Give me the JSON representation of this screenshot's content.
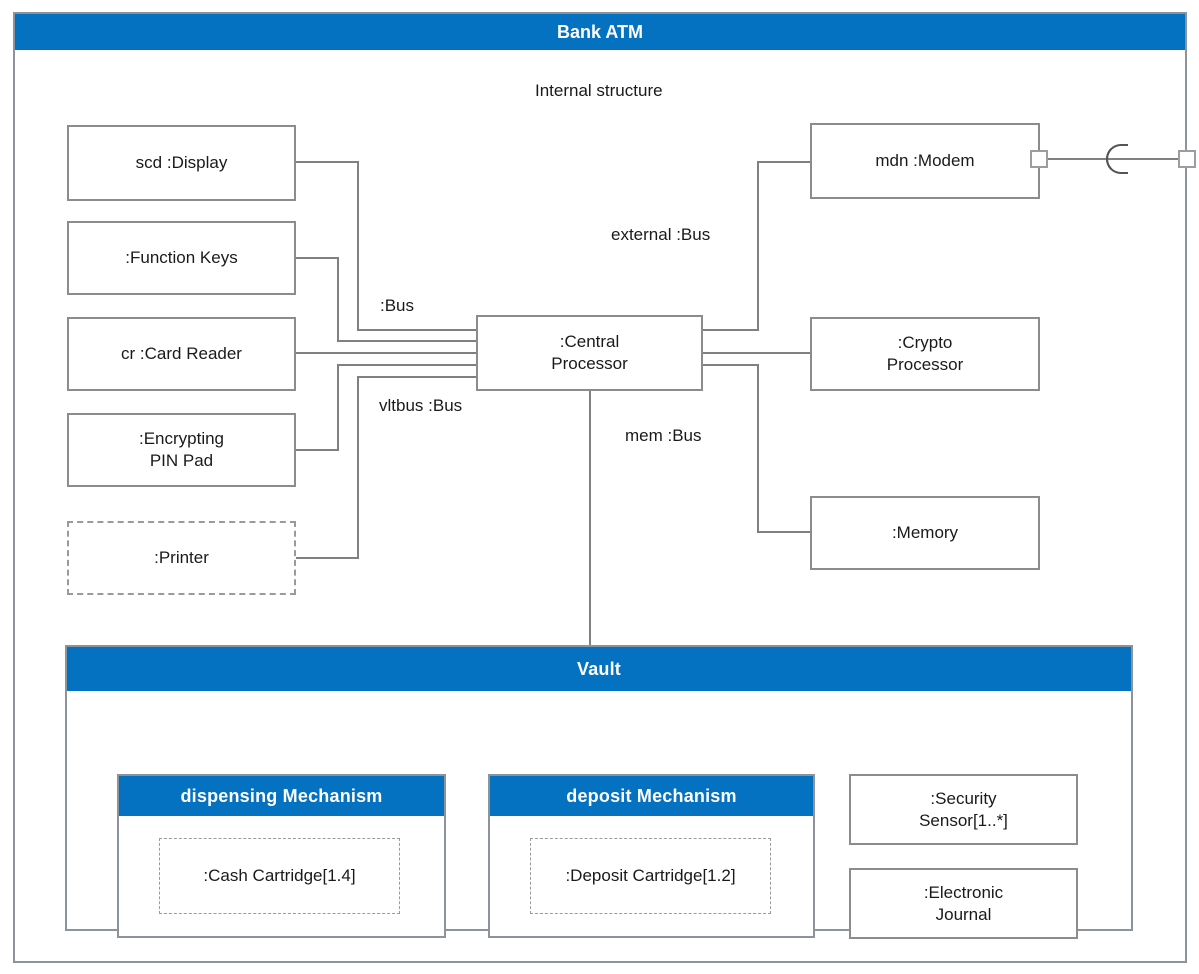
{
  "diagram": {
    "title": "Bank ATM",
    "caption": "Internal structure",
    "accent_color": "#0571c1",
    "frame_border_color": "#8c939b",
    "line_color": "#808080",
    "text_color": "#1a1a1a"
  },
  "parts": {
    "display": ":Display",
    "display_full": "scd :Display",
    "function_keys": ":Function Keys",
    "card_reader": "cr :Card Reader",
    "encrypting_pin_pad": ":Encrypting\nPIN Pad",
    "printer": ":Printer",
    "central_processor": ":Central\nProcessor",
    "modem": "mdn :Modem",
    "crypto_processor": ":Crypto\nProcessor",
    "memory": ":Memory"
  },
  "connectors": {
    "bus": ":Bus",
    "external_bus": "external :Bus",
    "vltbus": "vltbus :Bus",
    "mem_bus": "mem :Bus"
  },
  "vault": {
    "title": "Vault",
    "dispensing_mechanism": {
      "title": "dispensing Mechanism",
      "cartridge": ":Cash Cartridge[1.4]"
    },
    "deposit_mechanism": {
      "title": "deposit Mechanism",
      "cartridge": ":Deposit Cartridge[1.2]"
    },
    "security_sensor": ":Security\nSensor[1..*]",
    "electronic_journal": ":Electronic\nJournal"
  },
  "ports": {
    "modem_port": "modem-port",
    "boundary_port": "boundary-port",
    "required_interface": "required-interface-socket"
  }
}
